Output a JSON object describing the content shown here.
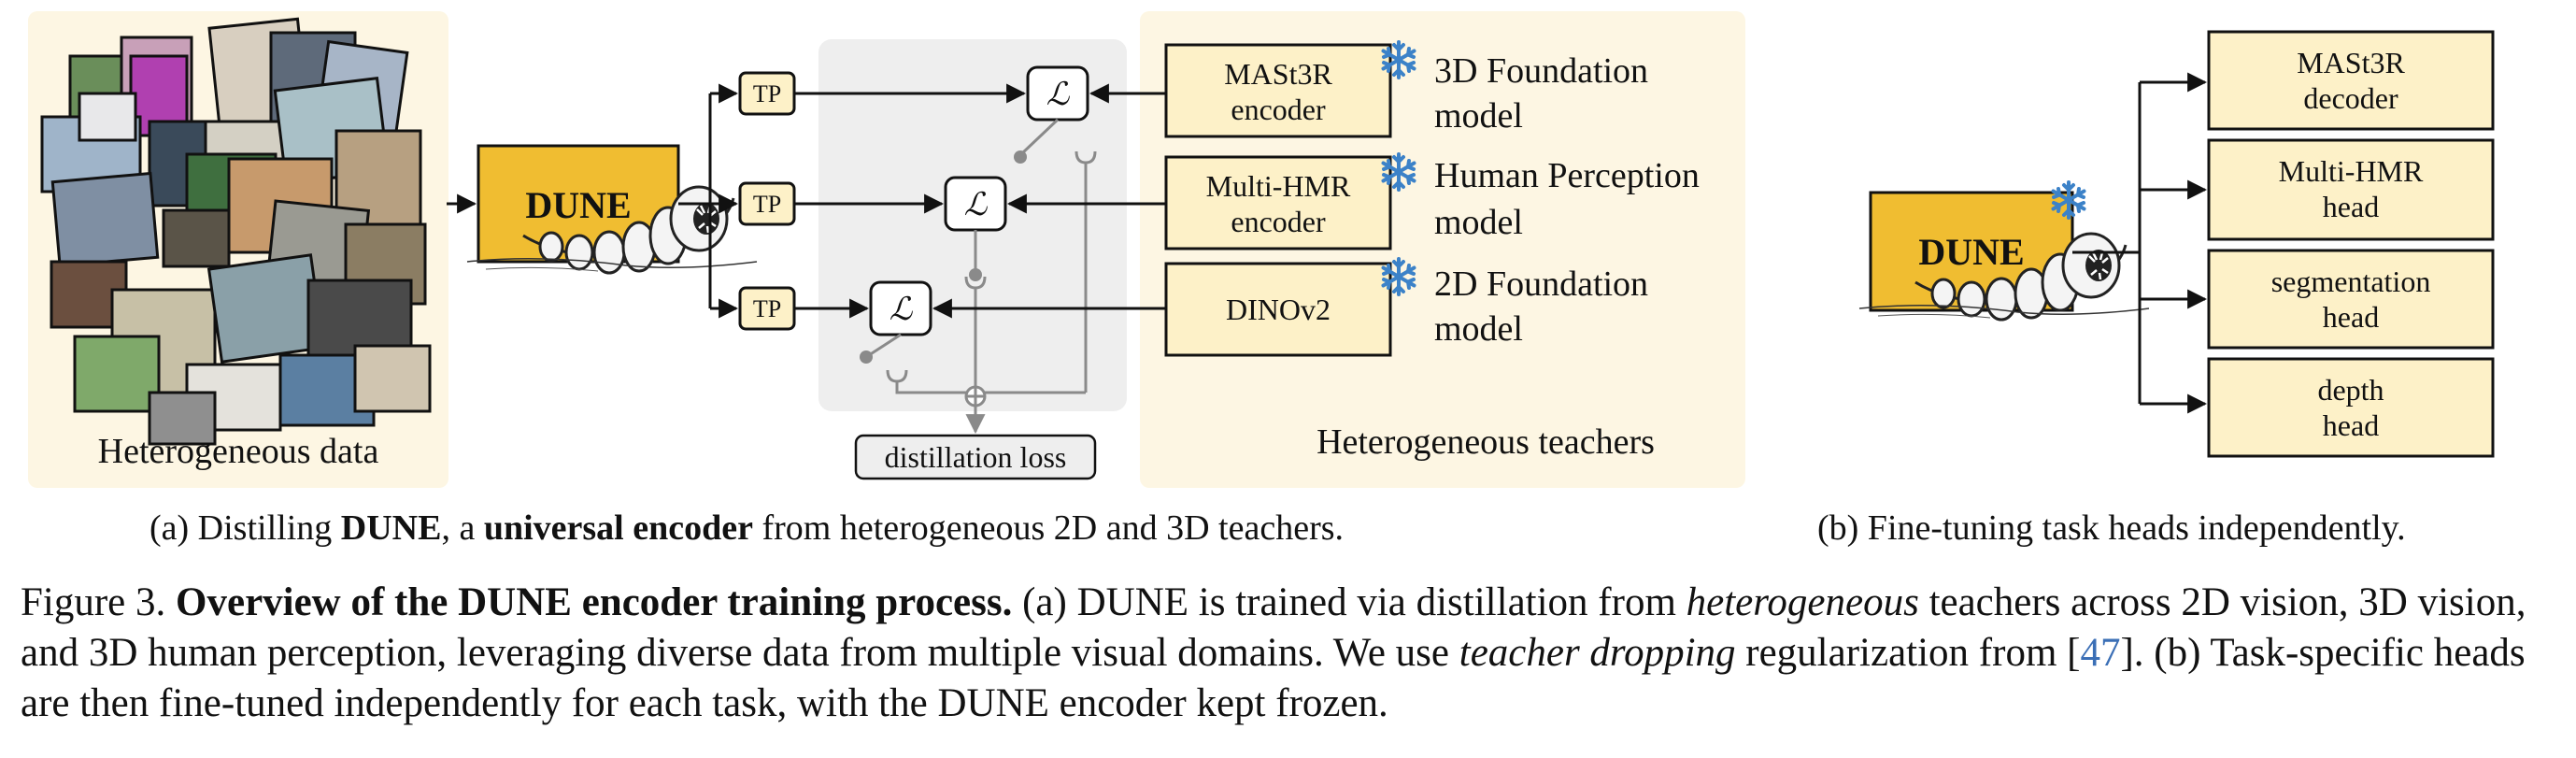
{
  "panel_a": {
    "data_label": "Heterogeneous data",
    "dune_label": "DUNE",
    "tp_label": "TP",
    "loss_symbol": "ℒ",
    "distillation_loss": "distillation loss",
    "teachers_label": "Heterogeneous teachers",
    "teachers": [
      {
        "line1": "MASt3R",
        "line2": "encoder",
        "desc1": "3D Foundation",
        "desc2": "model"
      },
      {
        "line1": "Multi-HMR",
        "line2": "encoder",
        "desc1": "Human Perception",
        "desc2": "model"
      },
      {
        "line1": "DINOv2",
        "line2": "",
        "desc1": "2D Foundation",
        "desc2": "model"
      }
    ],
    "subcaption": {
      "pre": "(a) Distilling ",
      "b1": "DUNE",
      "mid": ", a ",
      "b2": "universal encoder",
      "post": " from heterogeneous 2D and 3D teachers."
    }
  },
  "panel_b": {
    "dune_label": "DUNE",
    "heads": [
      {
        "line1": "MASt3R",
        "line2": "decoder"
      },
      {
        "line1": "Multi-HMR",
        "line2": "head"
      },
      {
        "line1": "segmentation",
        "line2": "head"
      },
      {
        "line1": "depth",
        "line2": "head"
      }
    ],
    "subcaption": "(b) Fine-tuning task heads independently."
  },
  "caption": {
    "prefix": "Figure 3. ",
    "bold": "Overview of the DUNE encoder training process.",
    "t1": " (a) DUNE is trained via distillation from ",
    "i1": "heterogeneous",
    "t2": " teachers across 2D vision, 3D vision, and 3D human perception, leveraging diverse data from multiple visual domains. We use ",
    "i2": "teacher dropping",
    "t3": " regularization from [",
    "ref": "47",
    "t4": "]. (b) Task-specific heads are then fine-tuned independently for each task, with the DUNE encoder kept frozen."
  },
  "colors": {
    "panel_bg": "#fdf6e3",
    "box_fill": "#fdf1c8",
    "dune_fill": "#f0bd31",
    "gray_panel": "#eeeeee",
    "snowflake": "#3c82c8",
    "ref_link": "#3b6fb6"
  },
  "icons": [
    "snowflake-icon",
    "worm-mascot-icon",
    "photo-collage"
  ]
}
